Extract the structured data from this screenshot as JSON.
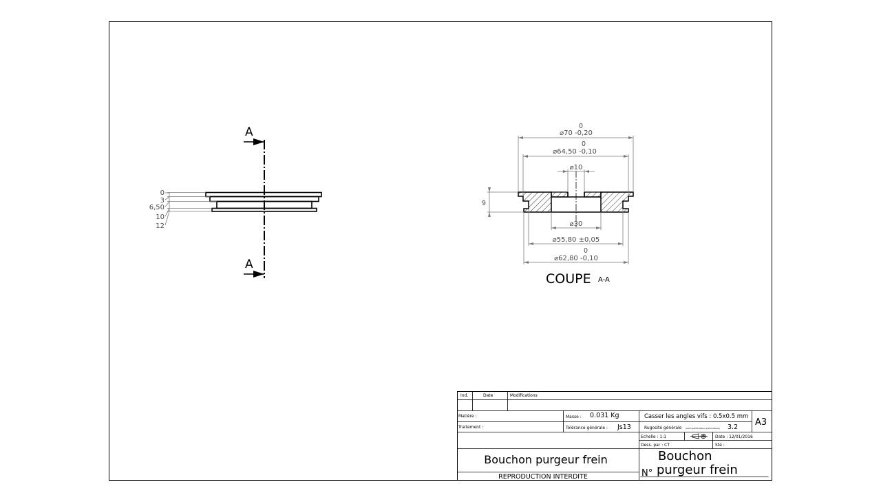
{
  "views": {
    "section_marker": "A",
    "left_heights": [
      "0",
      "3",
      "6,50",
      "10",
      "12"
    ],
    "section_title": "COUPE",
    "section_suffix": "A-A"
  },
  "dimensions": {
    "d70_tol": "0",
    "d70": "⌀70 -0,20",
    "d6450_tol": "0",
    "d6450": "⌀64,50 -0,10",
    "d10": "⌀10",
    "h9": "9",
    "d30": "⌀30",
    "d5580": "⌀55,80 ±0,05",
    "d6280_tol": "0",
    "d6280": "⌀62,80 -0,10"
  },
  "title_block": {
    "ind": "Ind.",
    "date": "Date",
    "modifications": "Modifications",
    "matiere": "Matière :",
    "traitement": "Traitement :",
    "masse_label": "Masse :",
    "masse_value": "0.031 Kg",
    "tolerance_label": "Tolérance générale :",
    "tolerance_value": "Js13",
    "casser": "Casser les angles vifs : 0.5x0.5 mm",
    "rugosite_label": "Rugosité générale",
    "rugosite_small": "(sauf spécifications particulières)",
    "rugosite_value": "3.2",
    "format": "A3",
    "echelle": "Echelle : 1:1",
    "date_value": "Date : 12/01/2016",
    "dess": "Dess. par : CT",
    "ste": "Sté :",
    "name_left": "Bouchon purgeur frein",
    "reproduction": "REPRODUCTION INTERDITE",
    "name_right_1": "Bouchon",
    "numero": "N°",
    "name_right_2": "purgeur frein"
  }
}
